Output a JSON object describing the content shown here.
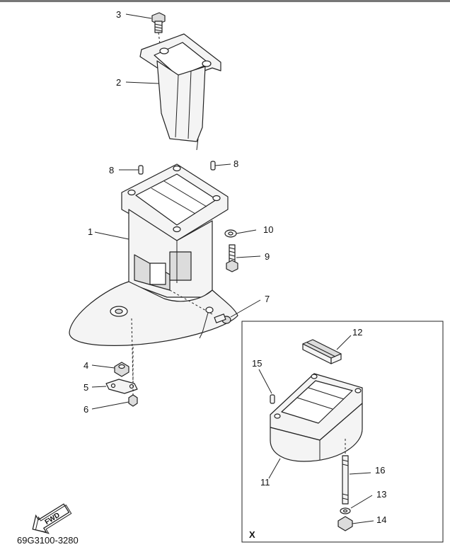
{
  "callouts": {
    "p1": "1",
    "p2": "2",
    "p3": "3",
    "p4": "4",
    "p5": "5",
    "p6": "6",
    "p7": "7",
    "p8a": "8",
    "p8b": "8",
    "p9": "9",
    "p10": "10",
    "p11": "11",
    "p12": "12",
    "p13": "13",
    "p14": "14",
    "p15": "15",
    "p16": "16"
  },
  "inset_label": "X",
  "fwd_label": "FWD",
  "catalog_code": "69G3100-3280"
}
